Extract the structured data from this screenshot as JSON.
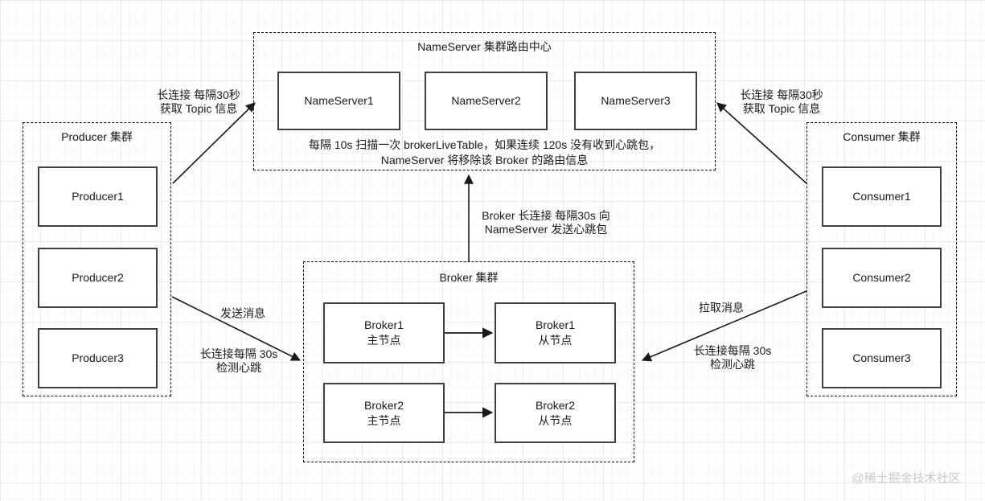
{
  "clusters": {
    "nameserver": {
      "title": "NameServer 集群路由中心",
      "nodes": [
        "NameServer1",
        "NameServer2",
        "NameServer3"
      ],
      "note1": "每隔 10s 扫描一次 brokerLiveTable，如果连续 120s 没有收到心跳包，",
      "note2": "NameServer 将移除该 Broker 的路由信息"
    },
    "producer": {
      "title": "Producer 集群",
      "nodes": [
        "Producer1",
        "Producer2",
        "Producer3"
      ]
    },
    "consumer": {
      "title": "Consumer 集群",
      "nodes": [
        "Consumer1",
        "Consumer2",
        "Consumer3"
      ]
    },
    "broker": {
      "title": "Broker 集群",
      "nodes": [
        {
          "line1": "Broker1",
          "line2": "主节点"
        },
        {
          "line1": "Broker1",
          "line2": "从节点"
        },
        {
          "line1": "Broker2",
          "line2": "主节点"
        },
        {
          "line1": "Broker2",
          "line2": "从节点"
        }
      ]
    }
  },
  "labels": {
    "producer_ns": {
      "line1": "长连接 每隔30秒",
      "line2": "获取 Topic 信息"
    },
    "consumer_ns": {
      "line1": "长连接 每隔30秒",
      "line2": "获取 Topic 信息"
    },
    "broker_ns": {
      "line1": "Broker 长连接 每隔30s 向",
      "line2": "NameServer 发送心跳包"
    },
    "send_message": "发送消息",
    "producer_heartbeat": {
      "line1": "长连接每隔 30s",
      "line2": "检测心跳"
    },
    "pull_message": "拉取消息",
    "consumer_heartbeat": {
      "line1": "长连接每隔 30s",
      "line2": "检测心跳"
    }
  },
  "watermark": "@稀土掘金技术社区",
  "colors": {
    "line": "#1a1a1a",
    "node_border": "#404040",
    "cluster_border": "#000000",
    "watermark": "#c9c9c9"
  }
}
